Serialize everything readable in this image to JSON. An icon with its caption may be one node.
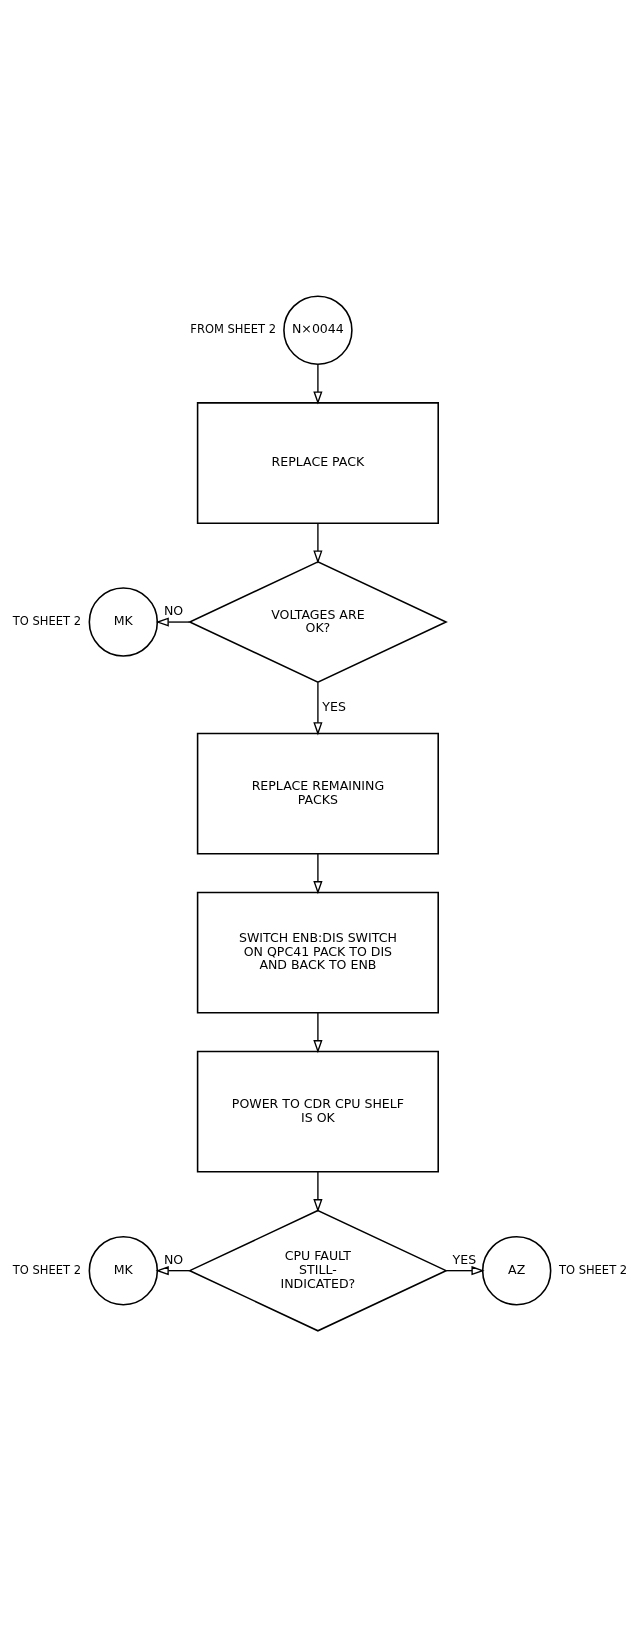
{
  "diagram": {
    "nodes": [
      {
        "text": [
          "N×0044"
        ],
        "beside": [
          "FROM SHEET 2"
        ]
      },
      {
        "text": [
          "REPLACE PACK"
        ]
      },
      {
        "text": [
          "VOLTAGES ARE OK?"
        ]
      },
      {
        "text": [
          "MK"
        ],
        "beside": [
          "TO SHEET 2"
        ]
      },
      {
        "text": [
          "REPLACE REMAINING PACKS"
        ]
      },
      {
        "text": [
          "SWITCH ENB:DIS SWITCH ON QPC41 PACK TO DIS AND BACK TO ENB"
        ]
      },
      {
        "text": [
          "POWER TO CDR CPU SHELF IS OK"
        ]
      },
      {
        "text": [
          "CPU FAULT STILL-INDICATED?"
        ]
      },
      {
        "text": [
          "MK"
        ],
        "beside": [
          "TO SHEET 2"
        ]
      },
      {
        "text": [
          "AZ"
        ],
        "beside": [
          "TO SHEET 2"
        ]
      }
    ],
    "edges": [
      {
        "from": 0,
        "to": 1,
        "arrow": "to"
      },
      {
        "from": 1,
        "to": 2,
        "arrow": "to"
      },
      {
        "from": 2,
        "to": 3,
        "arrow": "to",
        "label": "NO"
      },
      {
        "from": 2,
        "to": 4,
        "arrow": "to",
        "label": "YES"
      },
      {
        "from": 4,
        "to": 5,
        "arrow": "to"
      },
      {
        "from": 5,
        "to": 6,
        "arrow": "to"
      },
      {
        "from": 6,
        "to": 7,
        "arrow": "to"
      },
      {
        "from": 7,
        "to": 8,
        "arrow": "to",
        "label": "NO"
      },
      {
        "from": 7,
        "to": 9,
        "arrow": "to",
        "label": "YES"
      }
    ]
  }
}
